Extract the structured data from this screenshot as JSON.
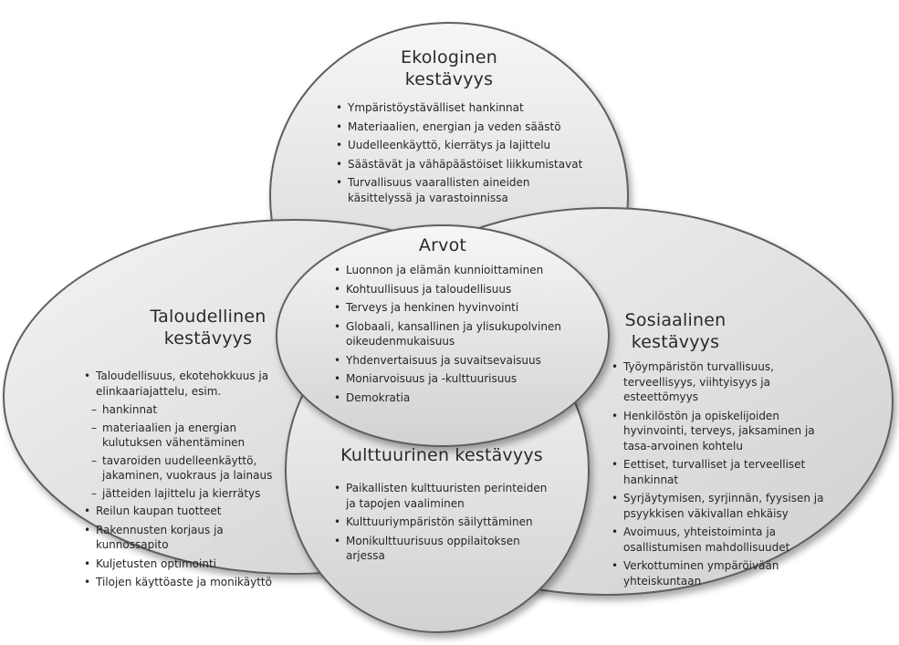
{
  "colors": {
    "ellipse_fill_top": "#f6f6f6",
    "ellipse_fill_bottom": "#d2d2d2",
    "ellipse_stroke": "#5e5e5e",
    "text": "#262626"
  },
  "ekologinen": {
    "title_line1": "Ekologinen",
    "title_line2": "kestävyys",
    "items": [
      "Ympäristöystävälliset hankinnat",
      "Materiaalien, energian ja veden säästö",
      "Uudelleenkäyttö, kierrätys ja lajittelu",
      "Säästävät ja vähäpäästöiset liikkumistavat",
      "Turvallisuus vaarallisten aineiden käsittelyssä ja varastoinnissa"
    ]
  },
  "arvot": {
    "title": "Arvot",
    "items": [
      "Luonnon ja elämän kunnioittaminen",
      "Kohtuullisuus ja taloudellisuus",
      "Terveys ja henkinen hyvinvointi",
      "Globaali, kansallinen ja ylisukupolvinen oikeudenmukaisuus",
      "Yhdenvertaisuus ja suvaitsevaisuus",
      "Moniarvoisuus ja -kulttuurisuus",
      "Demokratia"
    ]
  },
  "taloudellinen": {
    "title_line1": "Taloudellinen",
    "title_line2": "kestävyys",
    "item1": "Taloudellisuus, ekotehokkuus ja elinkaariajattelu, esim.",
    "subitems": [
      "hankinnat",
      "materiaalien ja energian kulutuksen vähentäminen",
      "tavaroiden uudelleenkäyttö, jakaminen, vuokraus ja lainaus",
      "jätteiden lajittelu ja kierrätys"
    ],
    "items": [
      "Reilun kaupan tuotteet",
      "Rakennusten korjaus ja kunnossapito",
      "Kuljetusten optimointi",
      "Tilojen käyttöaste ja monikäyttö"
    ]
  },
  "sosiaalinen": {
    "title_line1": "Sosiaalinen",
    "title_line2": "kestävyys",
    "items": [
      "Työympäristön turvallisuus, terveellisyys, viihtyisyys ja esteettömyys",
      "Henkilöstön ja opiskelijoiden hyvinvointi, terveys, jaksaminen ja tasa-arvoinen kohtelu",
      "Eettiset, turvalliset ja terveelliset hankinnat",
      "Syrjäytymisen, syrjinnän, fyysisen ja psyykkisen väkivallan ehkäisy",
      "Avoimuus, yhteistoiminta ja osallistumisen mahdollisuudet",
      "Verkottuminen ympäröivään yhteiskuntaan"
    ]
  },
  "kulttuurinen": {
    "title": "Kulttuurinen kestävyys",
    "items": [
      "Paikallisten kulttuuristen perinteiden ja tapojen vaaliminen",
      "Kulttuuriympäristön säilyttäminen",
      "Monikulttuurisuus oppilaitoksen arjessa"
    ]
  }
}
